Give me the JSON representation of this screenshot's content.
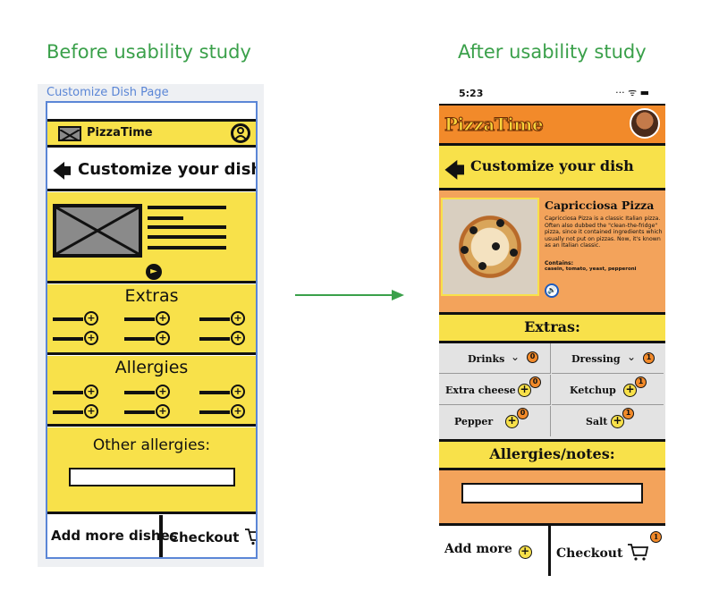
{
  "headings": {
    "before": "Before usability study",
    "after": "After usability study"
  },
  "colors": {
    "heading_green": "#3aa04a",
    "wireframe_yellow": "#f8e14a",
    "header_orange": "#f28a2a",
    "panel_orange": "#f3a35b",
    "frame_blue": "#5b86d6"
  },
  "wireframe": {
    "caption": "Customize Dish Page",
    "brand": "PizzaTime",
    "title": "Customize your dish",
    "extras_title": "Extras",
    "allergies_title": "Allergies",
    "other_allergies_title": "Other allergies:",
    "add_more_label": "Add more dishes",
    "checkout_label": "Checkout",
    "icons": [
      "mail-icon",
      "user-icon",
      "back-arrow-icon",
      "audio-icon",
      "plus-icon",
      "cart-icon"
    ]
  },
  "app": {
    "status_time": "5:23",
    "status_icons": "···  ᯤ ▬",
    "brand": "PizzaTime",
    "title": "Customize your dish",
    "pizza": {
      "name": "Capricciosa Pizza",
      "description": "Capricciosa Pizza is a classic Italian pizza. Often also dubbed the \"clean-the-fridge\" pizza, since it contained ingredients which usually not put on pizzas. Now, it's known as an Italian classic.",
      "contains_label": "Contains:",
      "contains": "casein, tomato, yeast, pepperoni"
    },
    "extras_title": "Extras:",
    "extras": [
      {
        "label": "Drinks",
        "count": "0",
        "control": "dropdown"
      },
      {
        "label": "Dressing",
        "count": "1",
        "control": "dropdown"
      },
      {
        "label": "Extra cheese",
        "count": "0",
        "control": "plus"
      },
      {
        "label": "Ketchup",
        "count": "1",
        "control": "plus"
      },
      {
        "label": "Pepper",
        "count": "0",
        "control": "plus"
      },
      {
        "label": "Salt",
        "count": "1",
        "control": "plus"
      }
    ],
    "allergies_title": "Allergies/notes:",
    "add_more_label": "Add more",
    "checkout_label": "Checkout",
    "cart_count": "1"
  }
}
